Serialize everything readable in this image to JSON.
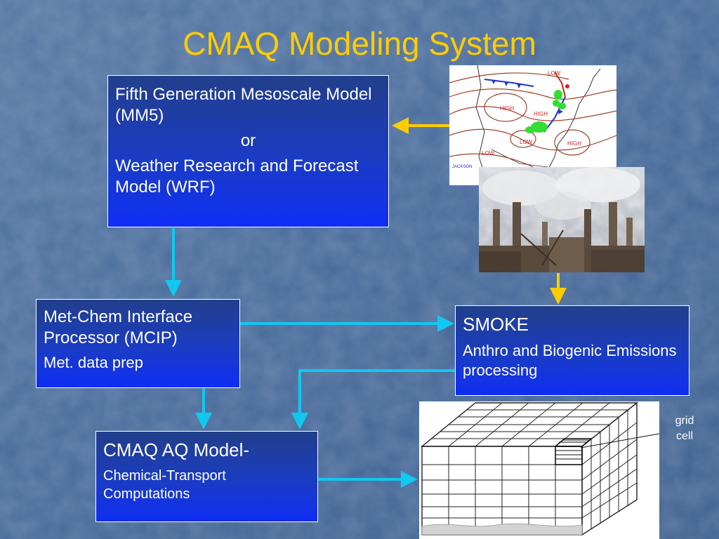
{
  "title": "CMAQ Modeling System",
  "boxes": {
    "mm5": {
      "line1": "Fifth Generation Mesoscale Model (MM5)",
      "or": "or",
      "line2": "Weather Research and Forecast Model (WRF)"
    },
    "mcip": {
      "title": "Met-Chem Interface Processor (MCIP)",
      "subtitle": "Met. data prep"
    },
    "smoke": {
      "title": "SMOKE",
      "subtitle": "Anthro and Biogenic Emissions processing"
    },
    "cmaq": {
      "title": "CMAQ AQ Model-",
      "subtitle": "Chemical-Transport Computations"
    }
  },
  "annotations": {
    "grid_cell": "grid cell"
  },
  "weather_map": {
    "labels": [
      "HIGH",
      "LOW",
      "LOW",
      "HIGH",
      "HIGH",
      "LOW",
      "JACKSON"
    ]
  },
  "colors": {
    "title": "#ffcc00",
    "cyan_arrow": "#11c8f0",
    "yellow_arrow": "#ffcc00"
  }
}
